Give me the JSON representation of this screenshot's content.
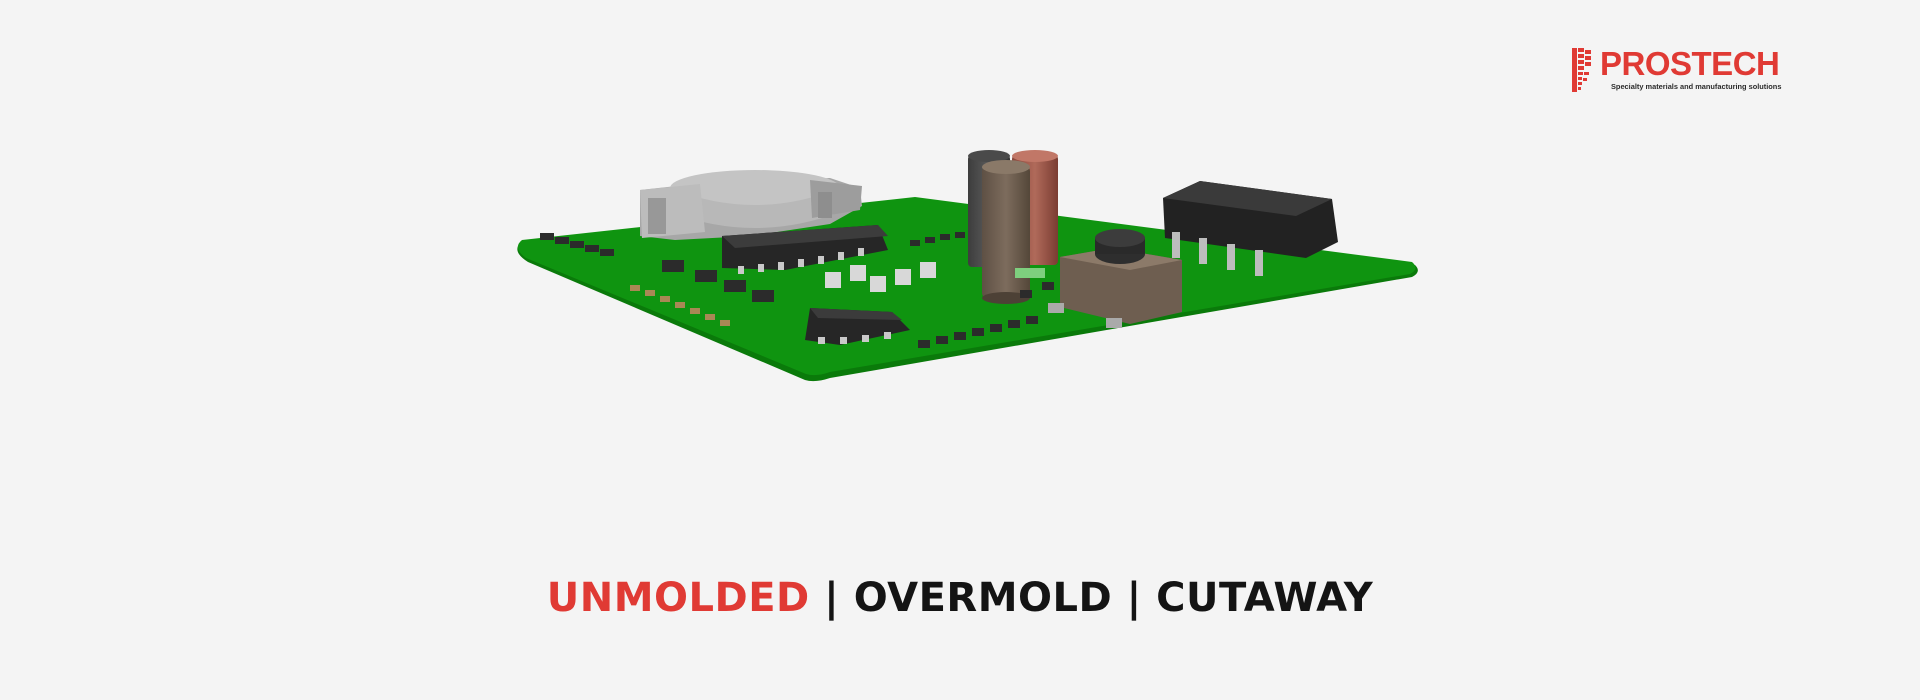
{
  "logo": {
    "name": "PROSTECH",
    "tagline": "Specialty materials and manufacturing solutions"
  },
  "caption": {
    "items": [
      "UNMOLDED",
      "OVERMOLD",
      "CUTAWAY"
    ],
    "separator": " | ",
    "active_index": 0
  },
  "colors": {
    "accent": "#e03a34",
    "caption_text": "#141414",
    "background": "#f4f4f4",
    "pcb_green": "#0d8a0d"
  },
  "illustration": {
    "subject": "3D printed circuit board with electronic components"
  }
}
